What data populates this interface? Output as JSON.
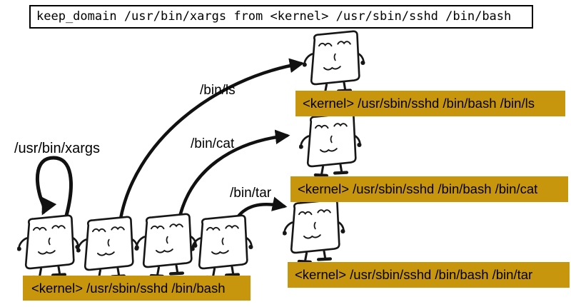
{
  "title_rule": "keep_domain /usr/bin/xargs from <kernel> /usr/sbin/sshd /bin/bash",
  "arrows": {
    "xargs": "/usr/bin/xargs",
    "ls": "/bin/ls",
    "cat": "/bin/cat",
    "tar": "/bin/tar"
  },
  "domains": {
    "source": "<kernel> /usr/sbin/sshd /bin/bash",
    "ls": "<kernel> /usr/sbin/sshd /bin/bash /bin/ls",
    "cat": "<kernel> /usr/sbin/sshd /bin/bash /bin/cat",
    "tar": "<kernel> /usr/sbin/sshd /bin/bash /bin/tar"
  },
  "colors": {
    "domain_label_bg": "#C8960C",
    "text": "#000000",
    "ink": "#111111"
  }
}
